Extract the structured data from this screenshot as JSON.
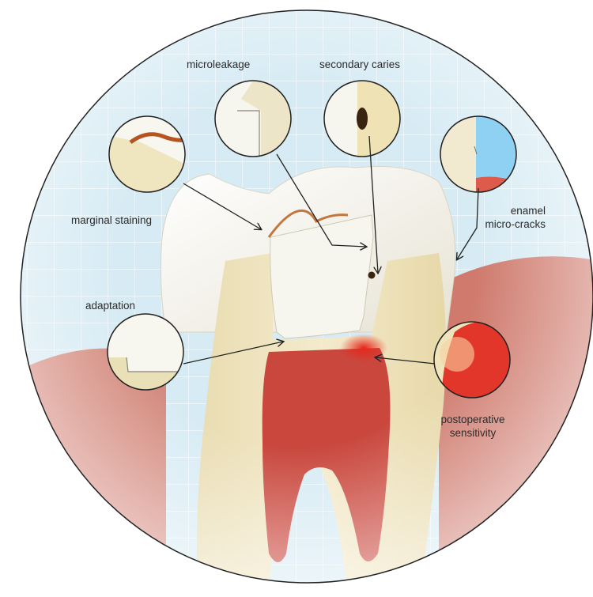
{
  "labels": {
    "microleakage": "microleakage",
    "secondary_caries": "secondary caries",
    "marginal_staining": "marginal staining",
    "enamel_line1": "enamel",
    "enamel_line2": "micro-cracks",
    "adaptation": "adaptation",
    "postop_line1": "postoperative",
    "postop_line2": "sensitivity"
  },
  "colors": {
    "enamel": "#f3f0e4",
    "dentin": "#efe4bc",
    "pulp": "#c94a3f",
    "gum": "#cf7c70",
    "grid_bg": "#d9ecf5",
    "grid_line": "#eef7fb",
    "restoration": "#f7f6ef",
    "stain": "#a0522d",
    "caries": "#3a2410",
    "inflamed": "#e52b1e",
    "sky": "#8fd1f2",
    "outline": "#222222"
  }
}
